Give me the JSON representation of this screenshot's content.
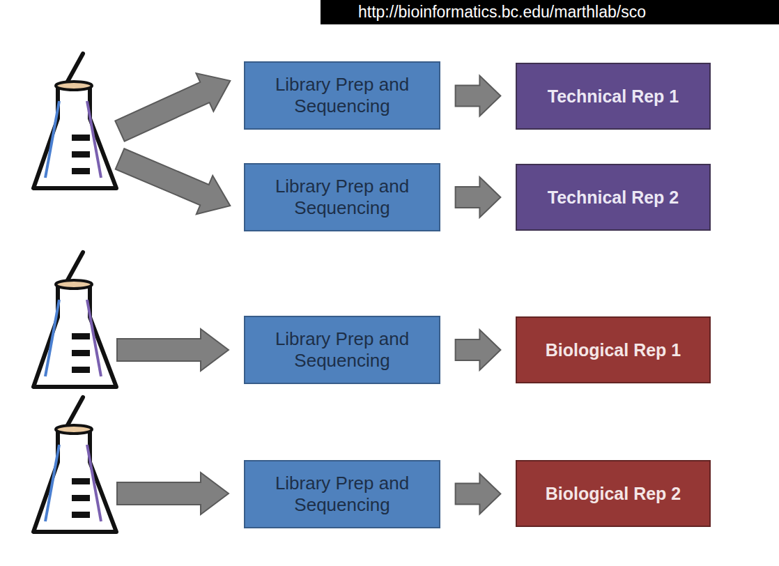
{
  "diagram": {
    "nodes": [
      {
        "text": [
          "Library Prep and Sequencing"
        ]
      },
      {
        "text": [
          "Technical Rep 1"
        ]
      },
      {
        "text": [
          "Library Prep and Sequencing"
        ]
      },
      {
        "text": [
          "Technical Rep 2"
        ]
      },
      {
        "text": [
          "Library Prep and Sequencing"
        ]
      },
      {
        "text": [
          "Biological Rep 1"
        ]
      },
      {
        "text": [
          "Library Prep and Sequencing"
        ]
      },
      {
        "text": [
          "Biological Rep 2"
        ]
      }
    ],
    "edges": [
      {
        "from": 0,
        "to": 1,
        "arrow": "to"
      },
      {
        "from": 2,
        "to": 3,
        "arrow": "to"
      },
      {
        "from": 4,
        "to": 5,
        "arrow": "to"
      },
      {
        "from": 6,
        "to": 7,
        "arrow": "to"
      }
    ],
    "labels": [
      "http://bioinformatics.bc.edu/marthlab/sco"
    ]
  }
}
